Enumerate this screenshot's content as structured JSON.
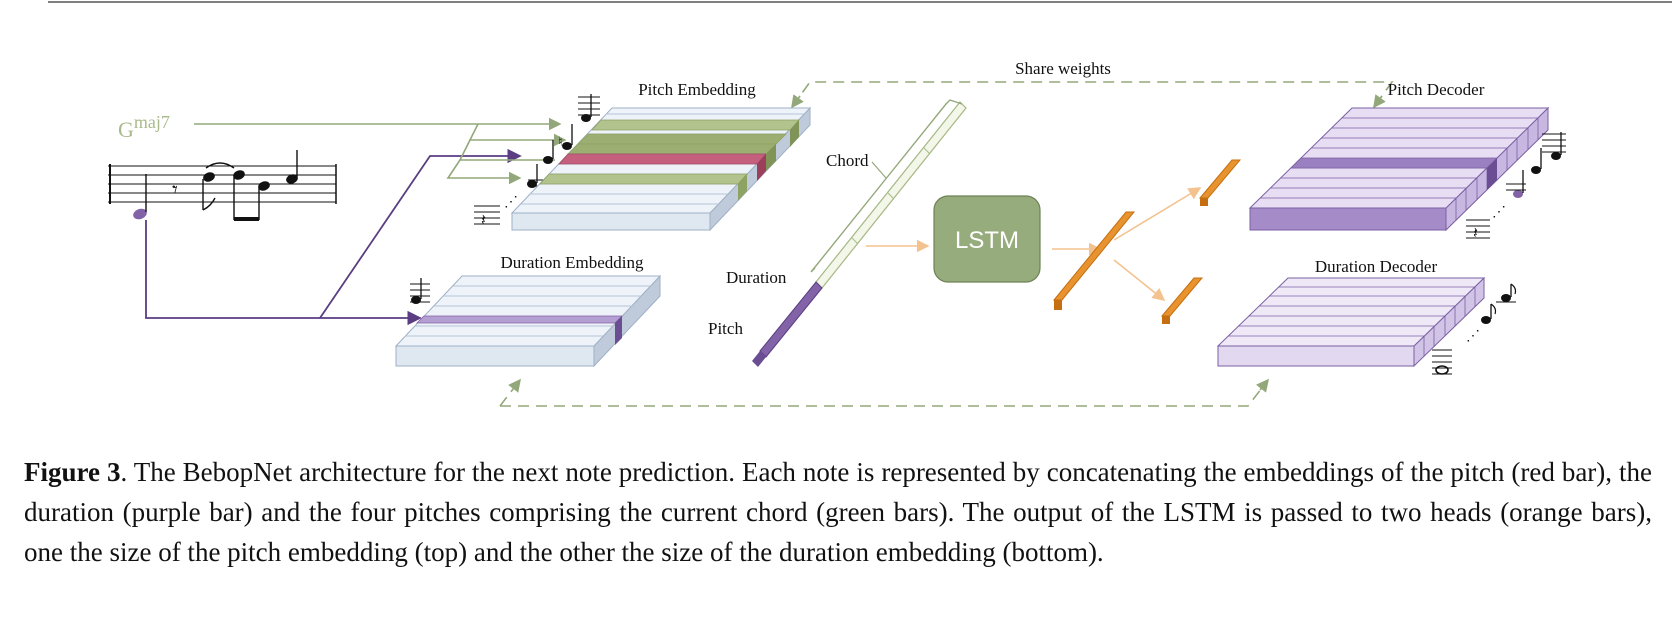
{
  "diagram": {
    "chord_symbol": "G",
    "chord_quality": "maj7",
    "share_weights": "Share weights",
    "pitch_embedding": "Pitch Embedding",
    "duration_embedding": "Duration Embedding",
    "chord": "Chord",
    "duration": "Duration",
    "pitch": "Pitch",
    "lstm": "LSTM",
    "pitch_decoder": "Pitch Decoder",
    "duration_decoder": "Duration Decoder",
    "colors": {
      "chord_green": "#8ea363",
      "pitch_red": "#c4607e",
      "duration_purple": "#8363a8",
      "lstm_fill": "#97ac7c",
      "orange": "#e8932e",
      "embedding_fill": "#e4ebf4",
      "decoder_fill": "#b9a4d6",
      "share_line": "#93a87a"
    },
    "icons": [
      "music-staff-icon",
      "quarter-note-icon",
      "eighth-note-icon",
      "whole-note-icon",
      "rest-icon"
    ]
  },
  "caption": {
    "label": "Figure 3",
    "text": ". The BebopNet architecture for the next note prediction. Each note is represented by concatenating the embeddings of the pitch (red bar), the duration (purple bar) and the four pitches comprising the current chord (green bars). The output of the LSTM is passed to two heads (orange bars), one the size of the pitch embedding (top) and the other the size of the duration embedding (bottom)."
  }
}
